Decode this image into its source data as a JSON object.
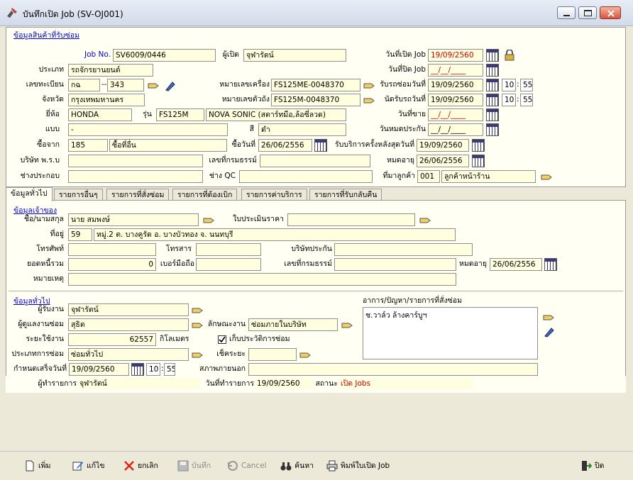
{
  "window": {
    "title": "บันทึกเปิด Job (SV-OJ001)",
    "controls": {
      "minimize": "minimize-icon",
      "maximize": "maximize-icon",
      "close": "close-icon"
    }
  },
  "product_section": {
    "header": "ข้อมูลสินค้าที่รับซ่อม",
    "job_no_label": "Job No.",
    "job_no": "SV6009/0446",
    "opened_by_label": "ผู้เปิด",
    "opened_by": "จุฬารัตน์",
    "open_date_label": "วันที่เปิด Job",
    "open_date": "19/09/2560",
    "type_label": "ประเภท",
    "type": "รถจักรยานยนต์",
    "close_date_label": "วันที่ปิด Job",
    "close_date": "__/__/____",
    "plate_label": "เลขทะเบียน",
    "plate_prefix": "กฉ",
    "plate_sep": "--",
    "plate_no": "343",
    "engine_no_label": "หมายเลขเครื่อง",
    "engine_no": "FS125ME-0048370",
    "receive_date_label": "รับรถซ่อมวันที่",
    "receive_date": "19/09/2560",
    "receive_hh": "10",
    "receive_mm": "55",
    "time_sep": ":",
    "province_label": "จังหวัด",
    "province": "กรุงเทพมหานคร",
    "chassis_no_label": "หมายเลขตัวถัง",
    "chassis_no": "FS125M-0048370",
    "appoint_date_label": "นัดรับรถวันที่",
    "appoint_date": "19/09/2560",
    "appoint_hh": "10",
    "appoint_mm": "55",
    "brand_label": "ยี่ห้อ",
    "brand": "HONDA",
    "model_label": "รุ่น",
    "model_code": "FS125M",
    "model_name": "NOVA SONIC (สตาร์ทมือ,ล้อซี่ลวด)",
    "sale_date_label": "วันที่ขาย",
    "sale_date": "__/__/____",
    "style_label": "แบบ",
    "style": "-",
    "color_label": "สี",
    "color": "ดำ",
    "warranty_end_label": "วันหมดประกัน",
    "warranty_end": "__/__/____",
    "bought_from_label": "ซื้อจาก",
    "bought_from_code": "185",
    "bought_from_name": "ซื้อที่อื่น",
    "buy_date_label": "ซื้อวันที่",
    "buy_date": "26/06/2556",
    "last_service_label": "รับบริการครั้งหลังสุดวันที่",
    "last_service_date": "19/09/2560",
    "insurer_label": "บริษัท พ.ร.บ",
    "insurer": "",
    "policy_no_label": "เลขที่กรมธรรม์",
    "policy_no": "",
    "expire_label": "หมดอายุ",
    "expire_date": "26/06/2556",
    "assembler_label": "ช่างประกอบ",
    "assembler": "",
    "qc_label": "ช่าง QC",
    "qc": "",
    "source_label": "ที่มาลูกค้า",
    "source_code": "001",
    "source_name": "ลูกค้าหน้าร้าน"
  },
  "tabs": [
    {
      "label": "ข้อมูลทั่วไป",
      "active": true
    },
    {
      "label": "รายการอื่นๆ",
      "active": false
    },
    {
      "label": "รายการที่สั่งซ่อม",
      "active": false
    },
    {
      "label": "รายการที่ต้องเบิก",
      "active": false
    },
    {
      "label": "รายการค่าบริการ",
      "active": false
    },
    {
      "label": "รายการที่รับกลับคืน",
      "active": false
    }
  ],
  "owner_section": {
    "header": "ข้อมูลเจ้าของ",
    "name_label": "ชื่อ/นามสกุล",
    "name": "นาย สมพงษ์",
    "quote_label": "ใบประเมินราคา",
    "quote": "",
    "address_label": "ที่อยู่",
    "address_no": "59",
    "address_rest": "หมู่.2 ต. บางคูรัด อ. บางบัวทอง จ. นนทบุรี",
    "phone_label": "โทรศัพท์",
    "phone": "",
    "fax_label": "โทรสาร",
    "fax": "",
    "insurance_co_label": "บริษัทประกัน",
    "insurance_co": "",
    "balance_label": "ยอดหนี้รวม",
    "balance": "0",
    "mobile_label": "เบอร์มือถือ",
    "mobile": "",
    "policy_no_label": "เลขที่กรมธรรม์",
    "policy_no": "",
    "expire_label": "หมดอายุ",
    "expire_date": "26/06/2556",
    "note_label": "หมายเหตุ",
    "note": ""
  },
  "general_section": {
    "header": "ข้อมูลทั่วไป",
    "receiver_label": "ผู้รับงาน",
    "receiver": "จุฬารัตน์",
    "supervisor_label": "ผู้ดูแลงานซ่อม",
    "supervisor": "สุธิต",
    "work_type_label": "ลักษณะงาน",
    "work_type": "ซ่อมภายในบริษัท",
    "distance_label": "ระยะใช้งาน",
    "distance": "62557",
    "distance_unit": "กิโลเมตร",
    "keep_history_label": "เก็บประวัติการซ่อม",
    "keep_history": true,
    "repair_type_label": "ประเภทการซ่อม",
    "repair_type": "ซ่อมทั่วไป",
    "check_distance_label": "เช็คระยะ",
    "check_distance": "",
    "due_label": "กำหนดเสร็จวันที่",
    "due_date": "19/09/2560",
    "due_hh": "10",
    "due_mm": "55",
    "exterior_label": "สภาพภายนอก",
    "exterior": "",
    "symptoms_label": "อาการ/ปัญหา/รายการที่สั่งซ่อม",
    "symptoms": "ช.วาล์ว ล้างคาร์บูฯ"
  },
  "record_info": {
    "maker_label": "ผู้ทำรายการ",
    "maker": "จุฬารัตน์",
    "date_label": "วันที่ทำรายการ",
    "date": "19/09/2560",
    "status_label": "สถานะ",
    "status": "เปิด Jobs"
  },
  "toolbar": {
    "add": "เพิ่ม",
    "edit": "แก้ไข",
    "cancel_job": "ยกเลิก",
    "save": "บันทึก",
    "cancel": "Cancel",
    "search": "ค้นหา",
    "print": "พิมพ์ใบเปิด Job",
    "close": "ปิด"
  },
  "colors": {
    "field_bg": "#ffffe0",
    "link": "#0000cc",
    "alert": "#cc0000"
  }
}
